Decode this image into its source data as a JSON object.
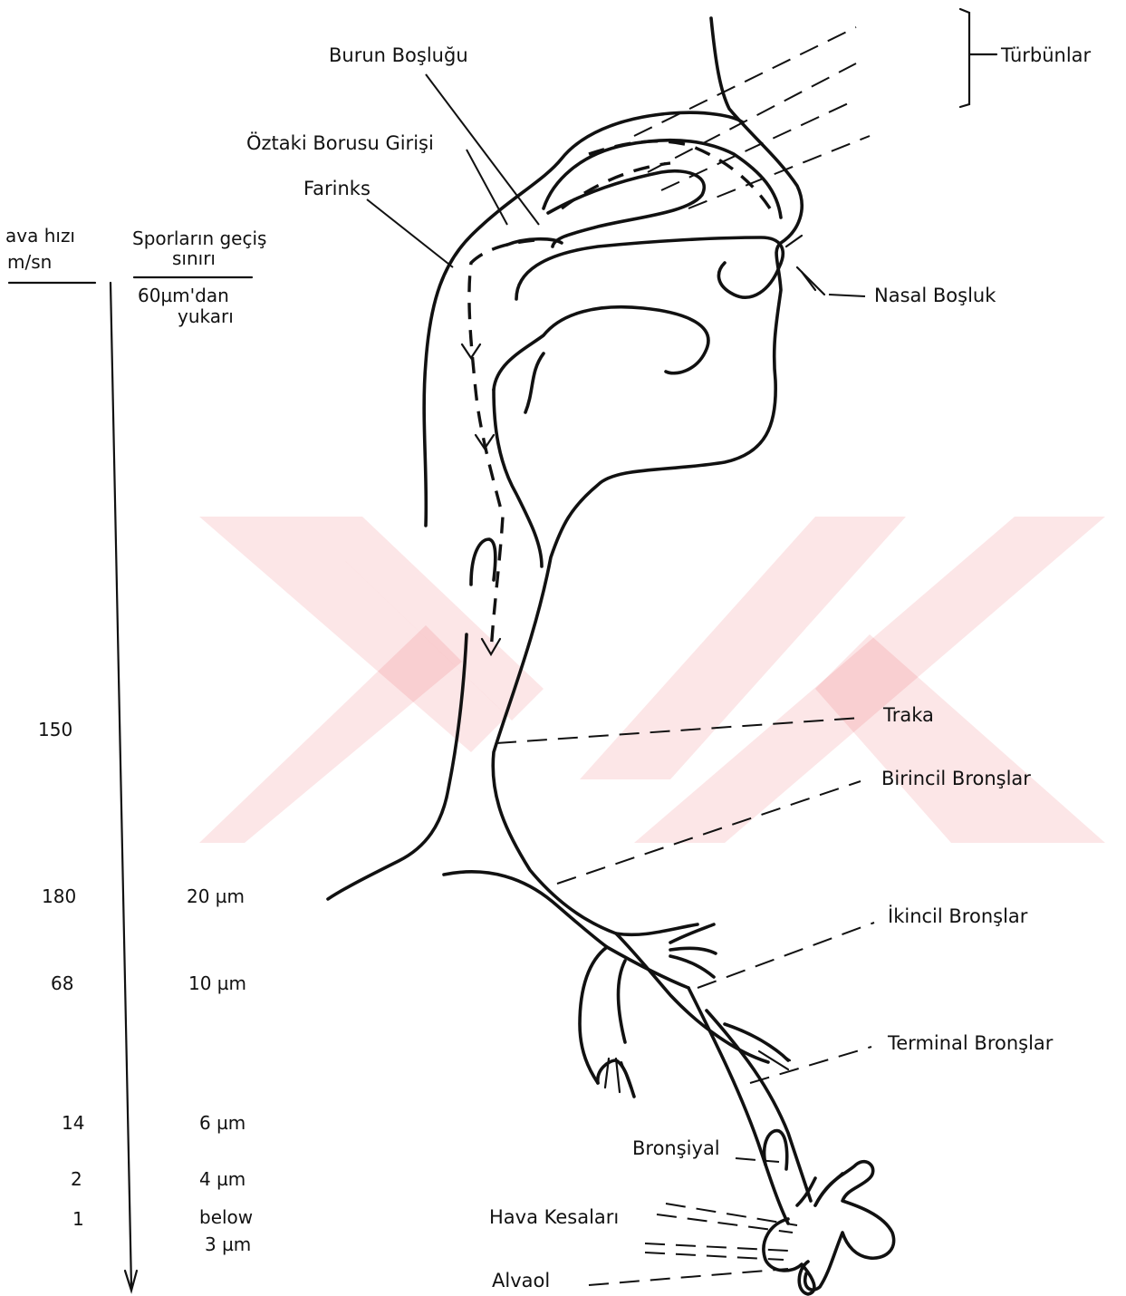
{
  "header": {
    "speed_label_line1": "ava hızı",
    "speed_label_line2": "m/sn",
    "spore_label_line1": "Sporların geçiş",
    "spore_label_line2": "sınırı",
    "spore_top_line1": "60µm'dan",
    "spore_top_line2": "yukarı"
  },
  "rows": [
    {
      "speed": "150",
      "size": ""
    },
    {
      "speed": "180",
      "size": "20 µm"
    },
    {
      "speed": "68",
      "size": "10 µm"
    },
    {
      "speed": "14",
      "size": "6 µm"
    },
    {
      "speed": "2",
      "size": "4 µm"
    },
    {
      "speed": "1",
      "size": "below"
    }
  ],
  "last_size_line2": "3 µm",
  "labels": {
    "turbinates": "Türbünlar",
    "nasal_cavity": "Burun Boşluğu",
    "eustachian": "Öztaki Borusu Girişi",
    "pharynx": "Farinks",
    "nasal_passage": "Nasal Boşluk",
    "trachea": "Traka",
    "primary_bronchi": "Birincil Bronşlar",
    "secondary_bronchi": "İkincil Bronşlar",
    "terminal_bronchi": "Terminal Bronşlar",
    "bronchiole": "Bronşiyal",
    "air_sacs": "Hava Kesaları",
    "alveoli": "Alvaol"
  },
  "colors": {
    "ink": "#111111",
    "watermark": "#e21b23"
  }
}
